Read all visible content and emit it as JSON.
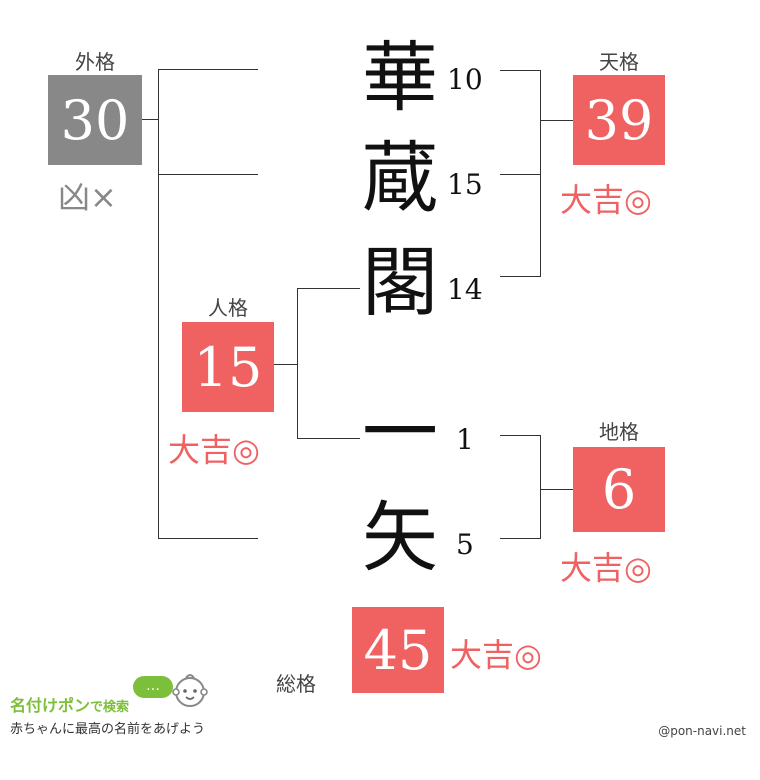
{
  "colors": {
    "good": "#f06262",
    "bad": "#888888",
    "brand_green": "#7cbf3a"
  },
  "name_kanji": [
    {
      "char": "華",
      "strokes": "10"
    },
    {
      "char": "蔵",
      "strokes": "15"
    },
    {
      "char": "閣",
      "strokes": "14"
    },
    {
      "char": "一",
      "strokes": "1"
    },
    {
      "char": "矢",
      "strokes": "5"
    }
  ],
  "gaikaku": {
    "label": "外格",
    "value": "30",
    "fortune": "凶×"
  },
  "tenkaku": {
    "label": "天格",
    "value": "39",
    "fortune": "大吉◎"
  },
  "jinkaku": {
    "label": "人格",
    "value": "15",
    "fortune": "大吉◎"
  },
  "chikaku": {
    "label": "地格",
    "value": "6",
    "fortune": "大吉◎"
  },
  "soukaku": {
    "label": "総格",
    "value": "45",
    "fortune": "大吉◎"
  },
  "footer": {
    "brand": "名付けポン",
    "brand_suffix": "で検索",
    "tagline": "赤ちゃんに最高の名前をあげよう",
    "bubble": "…",
    "handle": "@pon-navi.net"
  }
}
